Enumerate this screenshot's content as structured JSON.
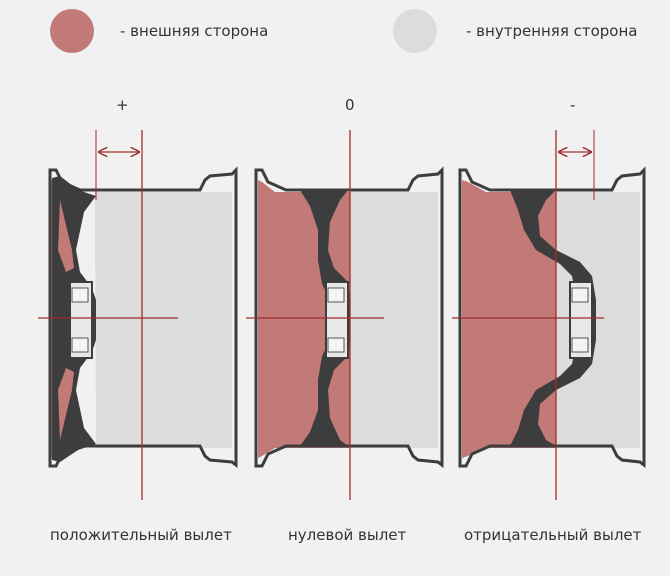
{
  "legend": {
    "outer": {
      "label": "- внешняя сторона",
      "color": "#c17a78"
    },
    "inner": {
      "label": "- внутренняя сторона",
      "color": "#dcdcdc"
    }
  },
  "panels": [
    {
      "sign": "+",
      "caption": "положительный вылет"
    },
    {
      "sign": "0",
      "caption": "нулевой вылет"
    },
    {
      "sign": "-",
      "caption": "отрицательный вылет"
    }
  ],
  "colors": {
    "outer": "#c17a78",
    "inner": "#dcdcdc",
    "metal": "#3d3d3d",
    "centerline": "#a12c2c"
  }
}
